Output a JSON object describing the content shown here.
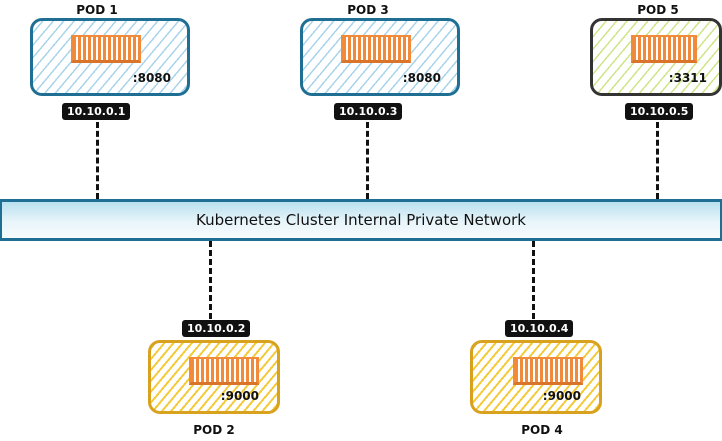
{
  "network": {
    "label": "Kubernetes Cluster Internal Private Network"
  },
  "pods": [
    {
      "name": "POD 1",
      "ip": "10.10.0.1",
      "port": ":8080",
      "color": "#1f6f94"
    },
    {
      "name": "POD 2",
      "ip": "10.10.0.2",
      "port": ":9000",
      "color": "#d8a11e"
    },
    {
      "name": "POD 3",
      "ip": "10.10.0.3",
      "port": ":8080",
      "color": "#1f6f94"
    },
    {
      "name": "POD 4",
      "ip": "10.10.0.4",
      "port": ":9000",
      "color": "#d8a11e"
    },
    {
      "name": "POD 5",
      "ip": "10.10.0.5",
      "port": ":3311",
      "color": "#333333"
    }
  ]
}
